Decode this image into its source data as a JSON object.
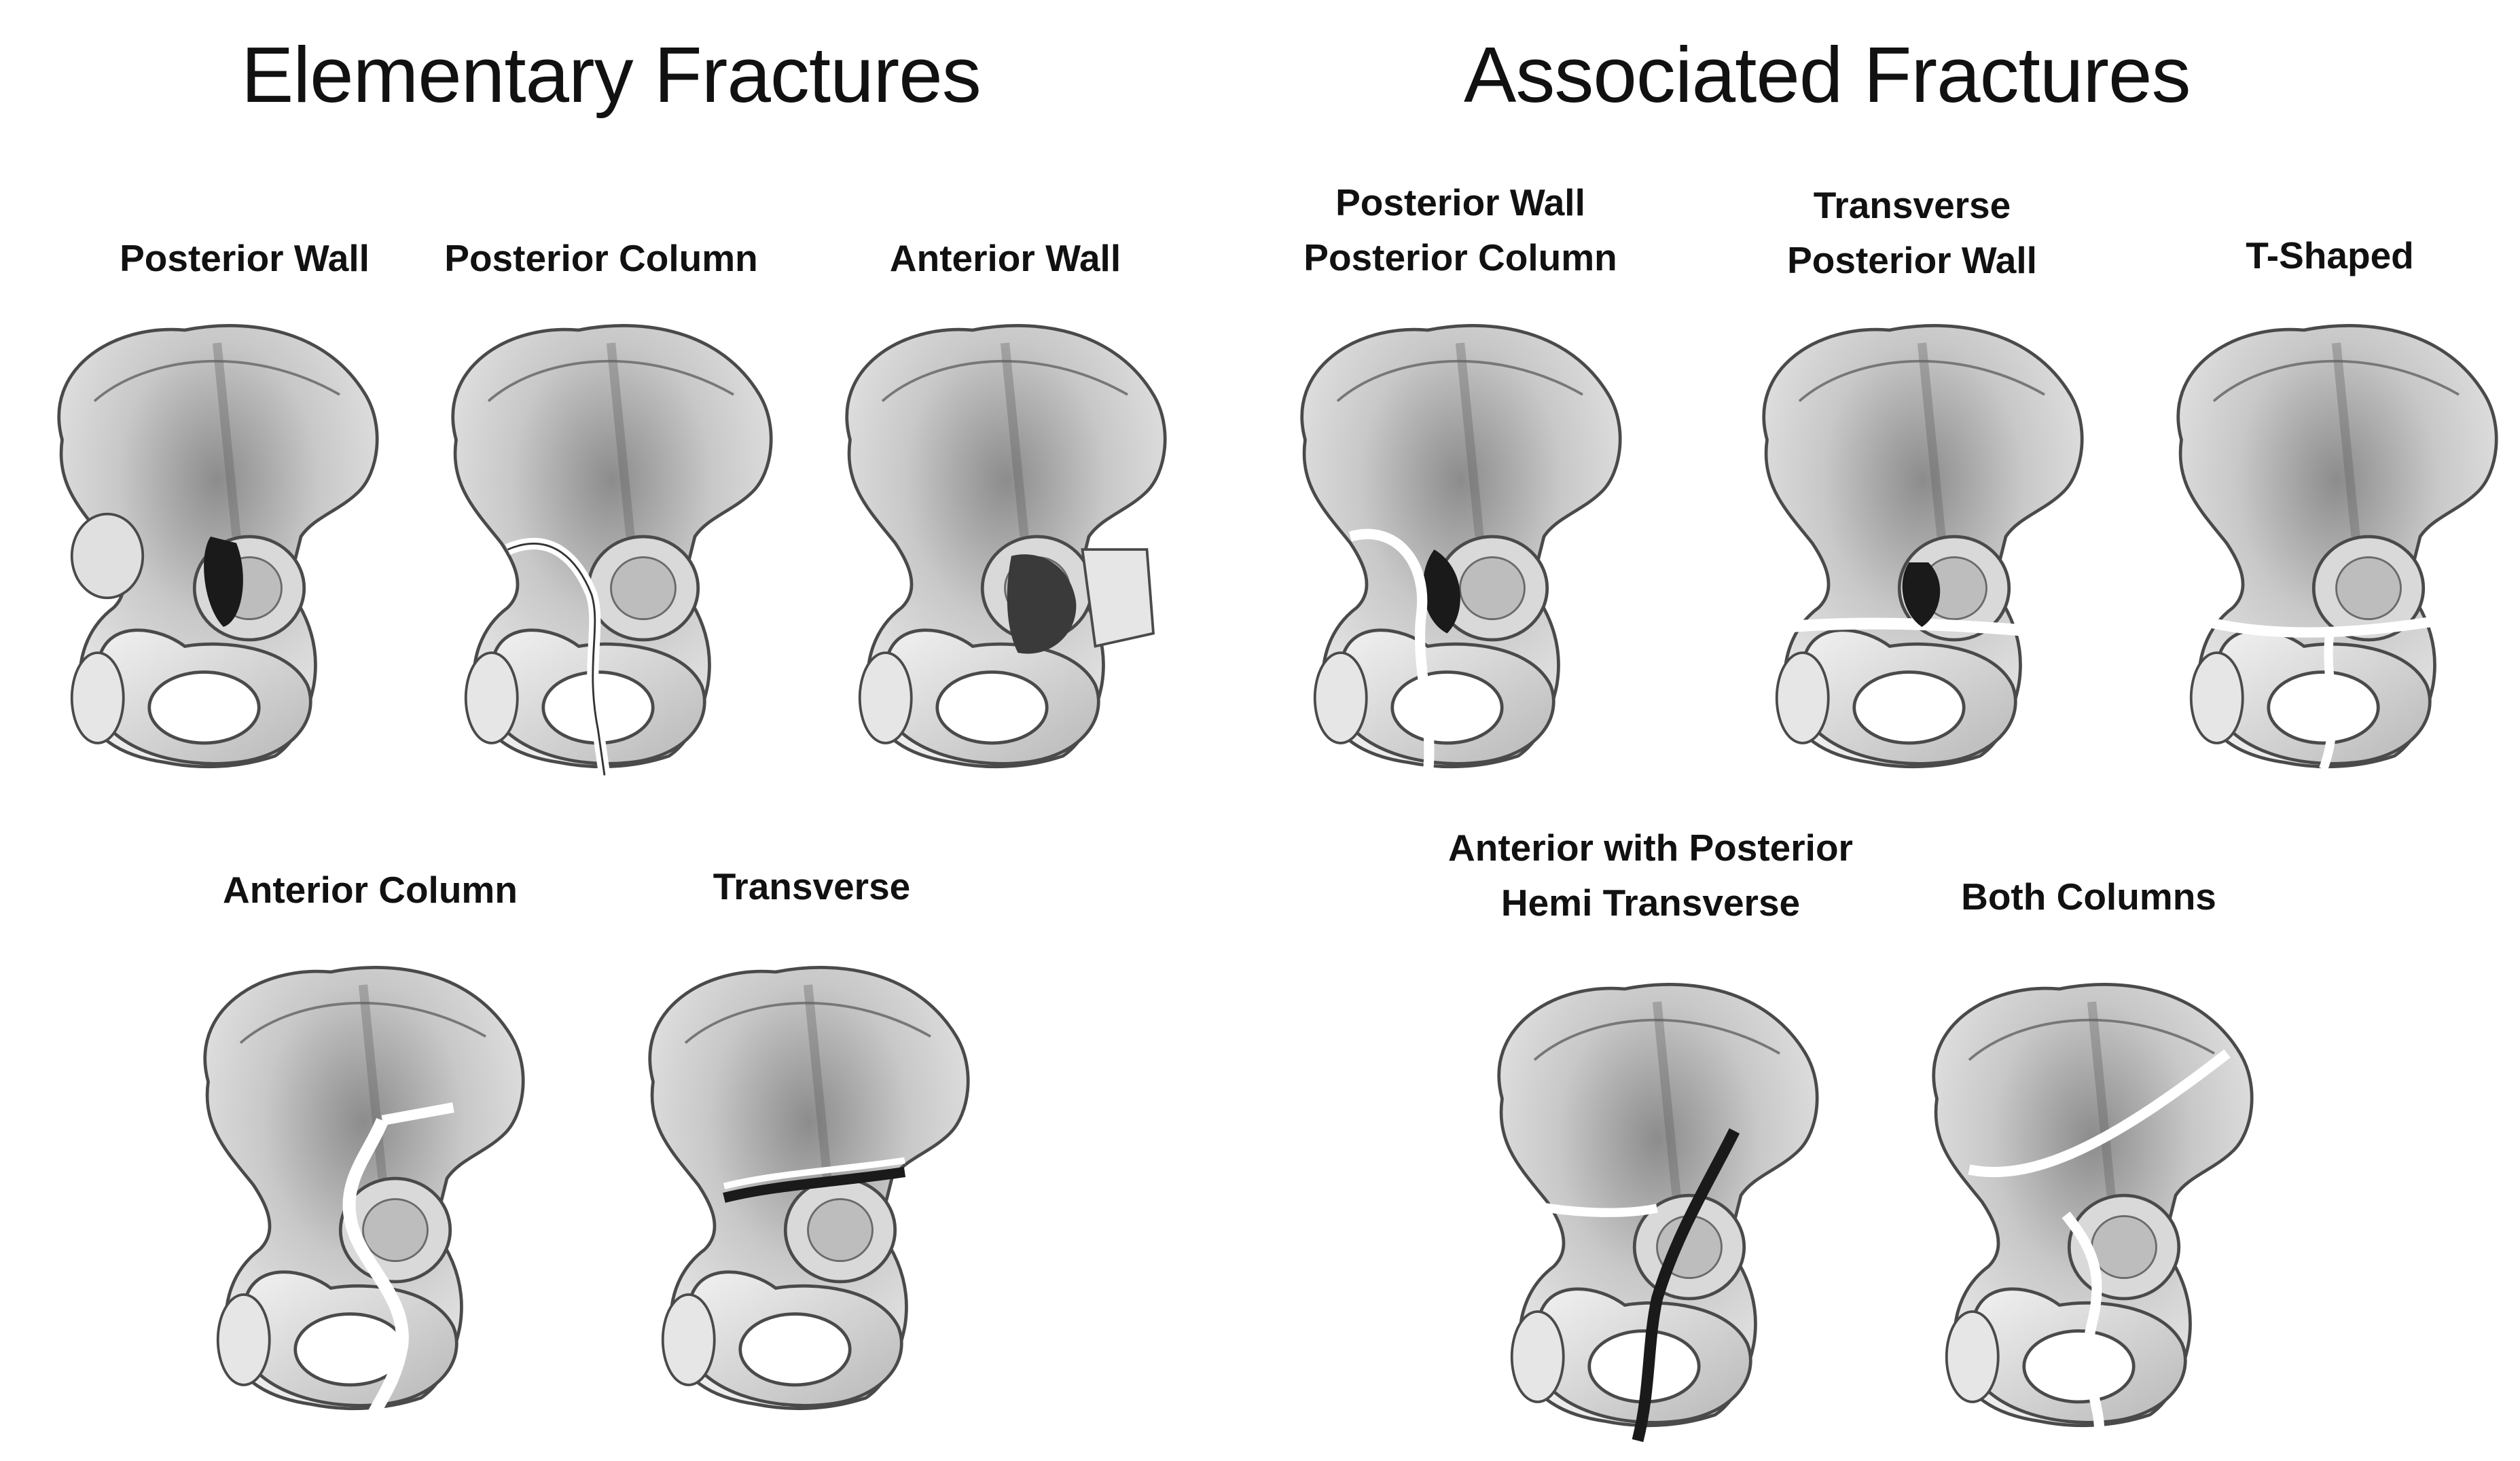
{
  "headings": {
    "elementary": "Elementary Fractures",
    "associated": "Associated Fractures"
  },
  "elementary": [
    {
      "lines": [
        "Posterior Wall"
      ]
    },
    {
      "lines": [
        "Posterior Column"
      ]
    },
    {
      "lines": [
        "Anterior Wall"
      ]
    },
    {
      "lines": [
        "Anterior Column"
      ]
    },
    {
      "lines": [
        "Transverse"
      ]
    }
  ],
  "associated": [
    {
      "lines": [
        "Posterior Wall",
        "Posterior Column"
      ]
    },
    {
      "lines": [
        "Transverse",
        "Posterior Wall"
      ]
    },
    {
      "lines": [
        "T-Shaped"
      ]
    },
    {
      "lines": [
        "Anterior with Posterior",
        "Hemi Transverse"
      ]
    },
    {
      "lines": [
        "Both Columns"
      ]
    }
  ],
  "colors": {
    "bone_light": "#e4e4e4",
    "bone_mid": "#9a9a9a",
    "bone_dark": "#3a3a3a",
    "fracture": "#1a1a1a"
  }
}
